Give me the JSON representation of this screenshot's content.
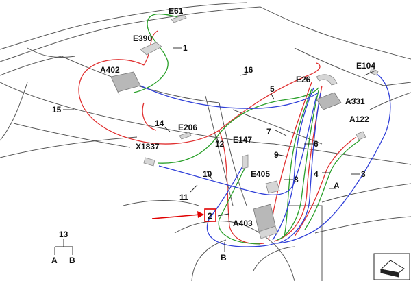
{
  "labels": {
    "e61": "E61",
    "e390": "E390",
    "n1": "1",
    "a402": "A402",
    "n16": "16",
    "e26": "E26",
    "e104": "E104",
    "n5": "5",
    "a331": "A331",
    "n15": "15",
    "n14": "14",
    "e206": "E206",
    "a122": "A122",
    "n7": "7",
    "e147": "E147",
    "n12": "12",
    "n6": "6",
    "x1837": "X1837",
    "n9": "9",
    "n10": "10",
    "e405": "E405",
    "n4": "4",
    "n3": "3",
    "n8": "8",
    "n11": "11",
    "na": "A",
    "n2": "2",
    "a403": "A403",
    "n13": "13",
    "a13": "A",
    "b13": "B",
    "nb": "B"
  },
  "colors": {
    "wire_red": "#e03030",
    "wire_green": "#2aa02a",
    "wire_blue": "#2f3fd8",
    "highlight": "#e00000"
  },
  "icons": {
    "view_direction": "vehicle-view-icon"
  }
}
